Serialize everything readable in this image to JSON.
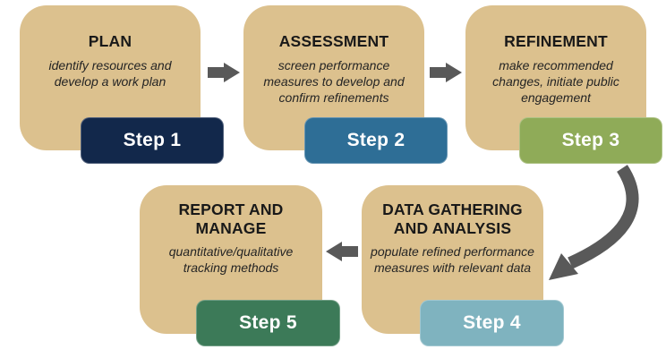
{
  "diagram_name": "five-step process flow",
  "colors": {
    "box_fill": "#DCC18E",
    "arrow": "#595959",
    "badge_text": "#FFFFFF",
    "title_text": "#191919"
  },
  "steps": [
    {
      "title": "PLAN",
      "description": "identify resources and develop a work plan",
      "badge_label": "Step 1",
      "badge_color": "#12284B"
    },
    {
      "title": "ASSESSMENT",
      "description": "screen performance measures to develop and confirm refinements",
      "badge_label": "Step 2",
      "badge_color": "#2E6E96"
    },
    {
      "title": "REFINEMENT",
      "description": "make recommended changes, initiate public engagement",
      "badge_label": "Step 3",
      "badge_color": "#8FAB58"
    },
    {
      "title": "DATA GATHERING AND ANALYSIS",
      "description": "populate refined performance measures with relevant data",
      "badge_label": "Step 4",
      "badge_color": "#7FB3BF"
    },
    {
      "title": "REPORT AND MANAGE",
      "description": "quantitative/qualitative tracking methods",
      "badge_label": "Step 5",
      "badge_color": "#3C7A58"
    }
  ],
  "connectors": [
    {
      "from": "Step 1",
      "to": "Step 2",
      "direction": "right"
    },
    {
      "from": "Step 2",
      "to": "Step 3",
      "direction": "right"
    },
    {
      "from": "Step 3",
      "to": "Step 4",
      "direction": "curved-down-left"
    },
    {
      "from": "Step 4",
      "to": "Step 5",
      "direction": "left"
    }
  ]
}
